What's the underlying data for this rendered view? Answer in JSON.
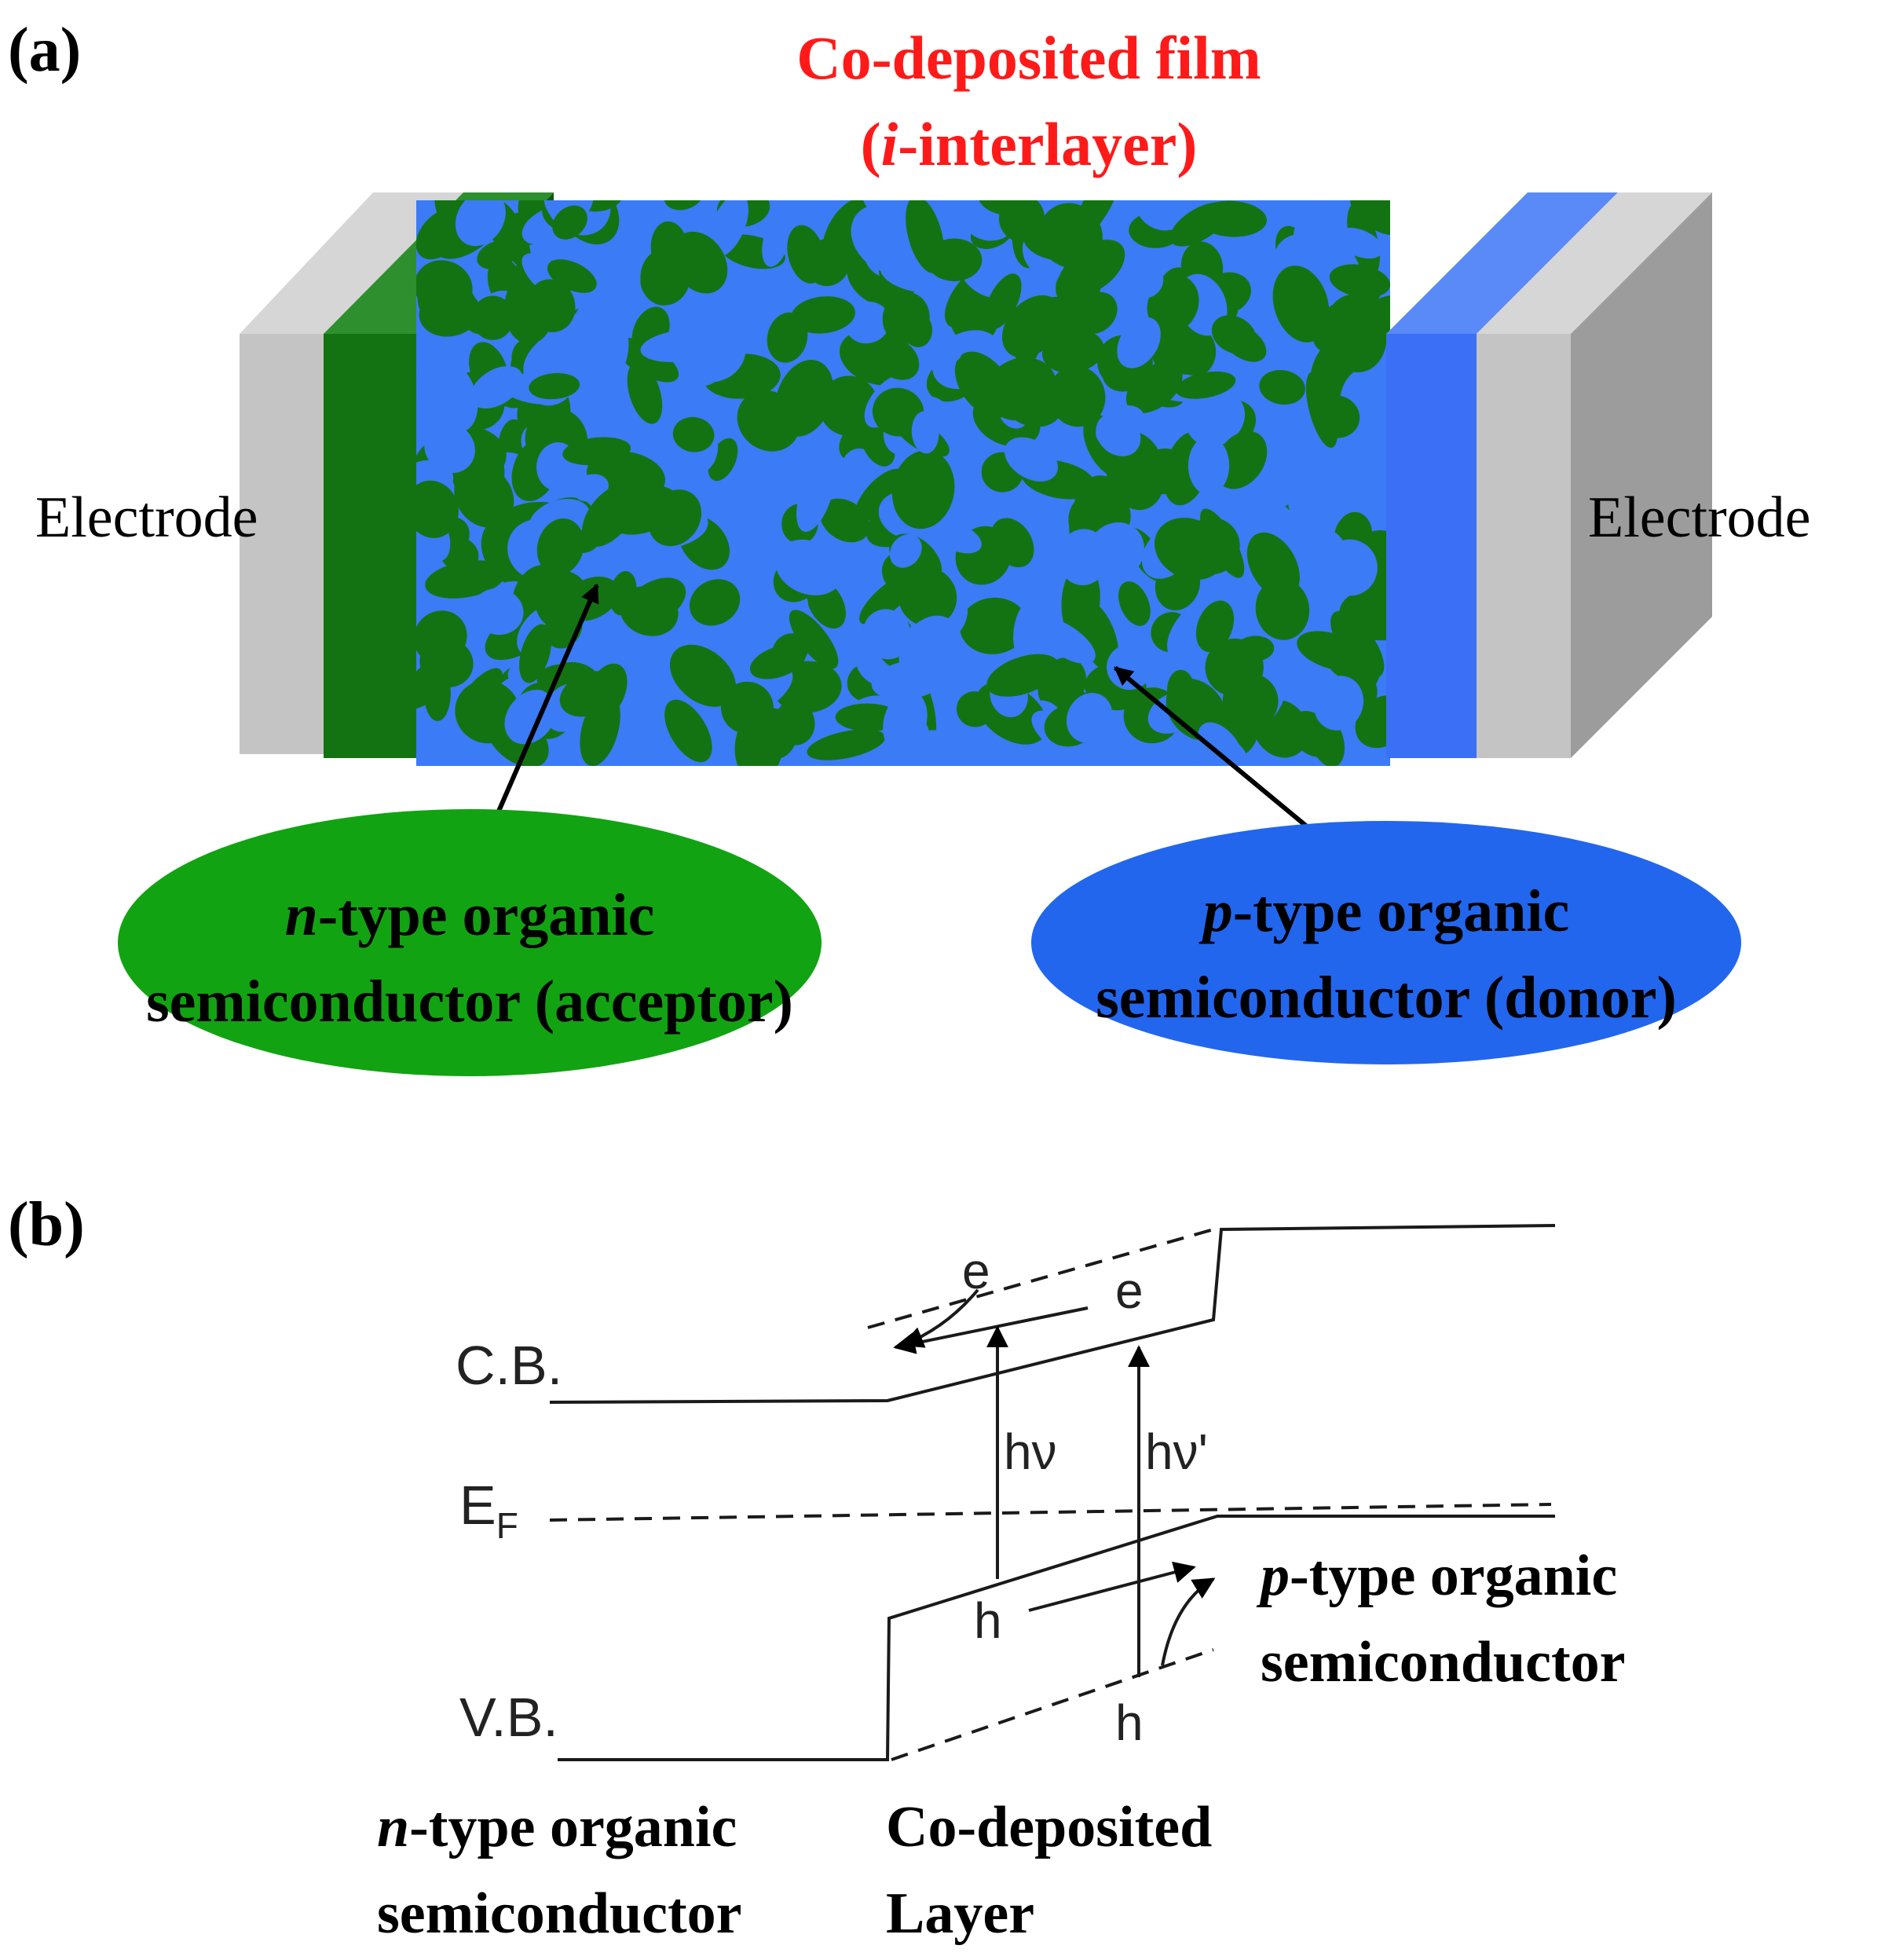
{
  "panel_a": {
    "label": "(a)",
    "title_line1": "Co-deposited film",
    "title_line2_open": "(",
    "title_line2_italic": "i",
    "title_line2_rest": "-interlayer)",
    "electrode_left": "Electrode",
    "electrode_right": "Electrode",
    "acceptor_line1_italic": "n",
    "acceptor_line1_rest": "-type organic",
    "acceptor_line2": "semiconductor (acceptor)",
    "donor_line1_italic": "p",
    "donor_line1_rest": "-type organic",
    "donor_line2": "semiconductor (donor)",
    "colors": {
      "title": "#ff1a1a",
      "acceptor_green": "#12a312",
      "donor_blue": "#2266ee",
      "film_green": "#137313",
      "film_blue": "#3b7bf5",
      "electrode_gray": "#c4c4c4"
    }
  },
  "panel_b": {
    "label": "(b)",
    "cb": "C.B.",
    "ef_main": "E",
    "ef_sub": "F",
    "vb": "V.B.",
    "e1": "e",
    "e2": "e",
    "h1": "h",
    "h2": "h",
    "hv1": "hν",
    "hv2": "hν'",
    "p_line1_italic": "p",
    "p_line1_rest": "-type organic",
    "p_line2": "semiconductor",
    "n_line1_italic": "n",
    "n_line1_rest": "-type organic",
    "n_line2": "semiconductor",
    "layer_line1": "Co-deposited",
    "layer_line2": "Layer"
  }
}
